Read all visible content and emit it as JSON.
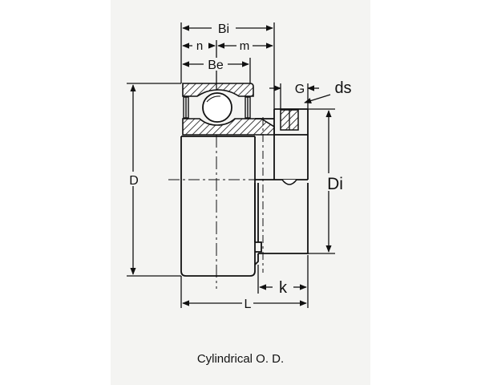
{
  "labels": {
    "bi": "Bi",
    "n": "n",
    "m": "m",
    "be": "Be",
    "g": "G",
    "ds": "ds",
    "d": "D",
    "di": "Di",
    "k": "k",
    "l": "L"
  },
  "caption": "Cylindrical O. D."
}
